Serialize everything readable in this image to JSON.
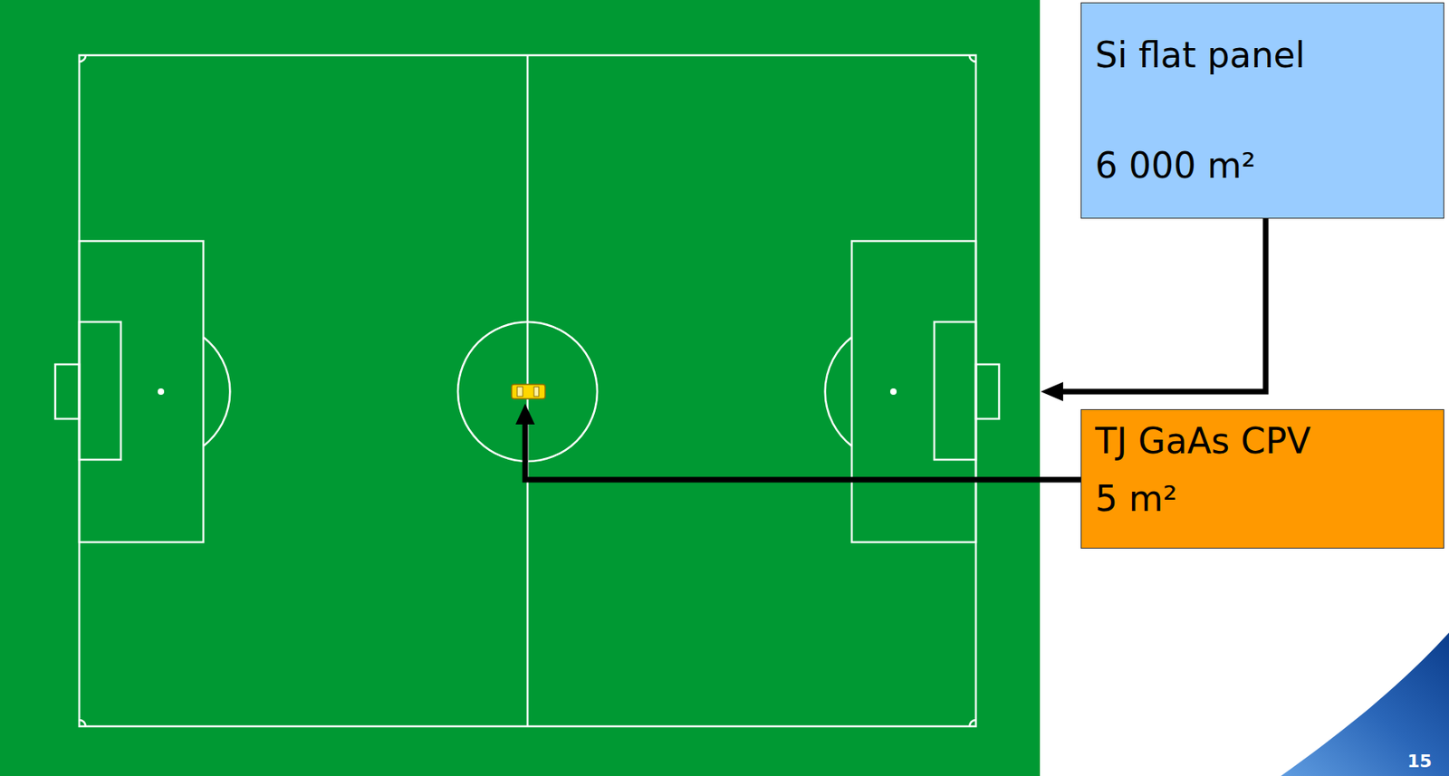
{
  "diagram": {
    "nodes": [
      {
        "text": [
          "Si flat panel",
          "6 000 m²"
        ]
      },
      {
        "text": [
          "TJ GaAs CPV",
          "5 m²"
        ]
      }
    ],
    "labels": [
      "15"
    ]
  }
}
